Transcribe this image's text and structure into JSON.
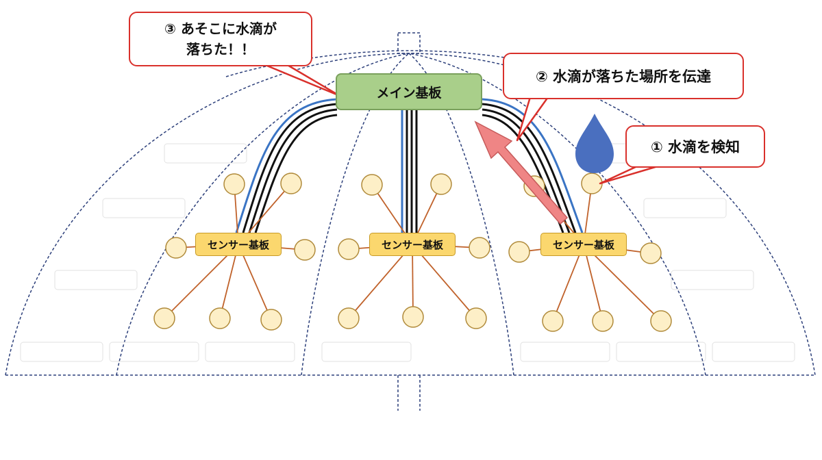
{
  "main_board": {
    "label": "メイン基板"
  },
  "sensor_boards": [
    {
      "label": "センサー基板"
    },
    {
      "label": "センサー基板"
    },
    {
      "label": "センサー基板"
    }
  ],
  "callouts": {
    "step1": {
      "text": "① 水滴を検知"
    },
    "step2": {
      "text": "② 水滴が落ちた場所を伝達"
    },
    "step3": {
      "line1": "③ あそこに水滴が",
      "line2": "落ちた！！"
    }
  },
  "colors": {
    "main_board_fill": "#a9cf8a",
    "sensor_board_fill": "#fbd76e",
    "sensor_node_fill": "#fdefc7",
    "wire_spoke": "#c0622b",
    "cable_blue": "#3a74c4",
    "callout_border": "#d9302b",
    "arrow_fill": "#ef8585",
    "water_drop": "#4a6fbf",
    "dome_outline": "#2c3f7a"
  },
  "icons": [
    "water-drop-icon",
    "upward-arrow-icon"
  ]
}
